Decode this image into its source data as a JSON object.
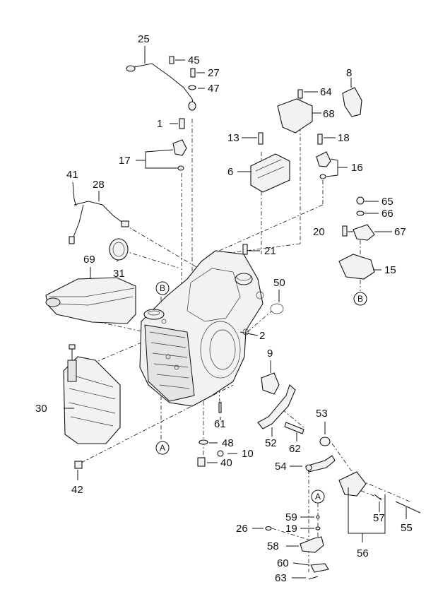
{
  "callouts": {
    "c1": "1",
    "c2": "2",
    "c6": "6",
    "c8": "8",
    "c9": "9",
    "c10": "10",
    "c13": "13",
    "c15": "15",
    "c16": "16",
    "c17": "17",
    "c18": "18",
    "c19": "19",
    "c20": "20",
    "c21": "21",
    "c25": "25",
    "c26": "26",
    "c27": "27",
    "c28": "28",
    "c30": "30",
    "c31": "31",
    "c40": "40",
    "c41": "41",
    "c42": "42",
    "c45": "45",
    "c47": "47",
    "c48": "48",
    "c50": "50",
    "c52": "52",
    "c53": "53",
    "c54": "54",
    "c55": "55",
    "c56": "56",
    "c57": "57",
    "c58": "58",
    "c59": "59",
    "c60": "60",
    "c61": "61",
    "c62": "62",
    "c63": "63",
    "c64": "64",
    "c65": "65",
    "c66": "66",
    "c67": "67",
    "c68": "68",
    "c69": "69"
  },
  "refs": {
    "a": "A",
    "b": "B"
  }
}
